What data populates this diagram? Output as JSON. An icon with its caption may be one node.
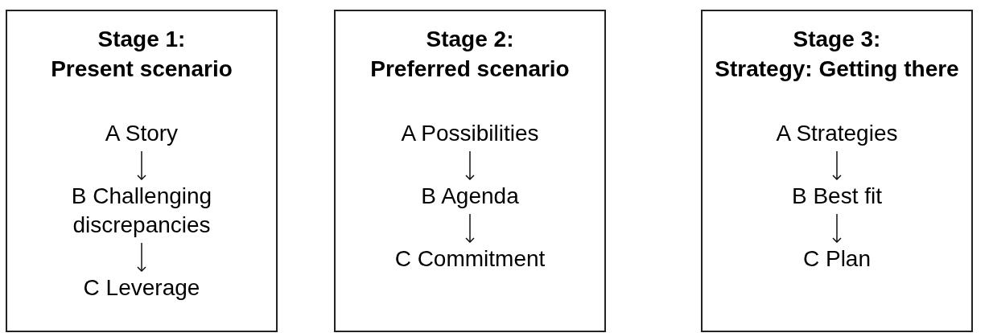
{
  "diagram": {
    "nodes": [
      {
        "text": [
          "Stage 1: Present scenario"
        ]
      },
      {
        "text": [
          "A Story"
        ],
        "in": 0
      },
      {
        "text": [
          "B Challenging discrepancies"
        ],
        "in": 0
      },
      {
        "text": [
          "C Leverage"
        ],
        "in": 0
      },
      {
        "text": [
          "Stage 2: Preferred scenario"
        ]
      },
      {
        "text": [
          "A Possibilities"
        ],
        "in": 4
      },
      {
        "text": [
          "B Agenda"
        ],
        "in": 4
      },
      {
        "text": [
          "C Commitment"
        ],
        "in": 4
      },
      {
        "text": [
          "Stage 3: Strategy: Getting there"
        ]
      },
      {
        "text": [
          "A Strategies"
        ],
        "in": 8
      },
      {
        "text": [
          "B Best fit"
        ],
        "in": 8
      },
      {
        "text": [
          "C Plan"
        ],
        "in": 8
      }
    ],
    "edges": [
      {
        "from": 1,
        "to": 2,
        "arrow": "to"
      },
      {
        "from": 2,
        "to": 3,
        "arrow": "to"
      },
      {
        "from": 5,
        "to": 6,
        "arrow": "to"
      },
      {
        "from": 6,
        "to": 7,
        "arrow": "to"
      },
      {
        "from": 9,
        "to": 10,
        "arrow": "to"
      },
      {
        "from": 10,
        "to": 11,
        "arrow": "to"
      }
    ]
  }
}
